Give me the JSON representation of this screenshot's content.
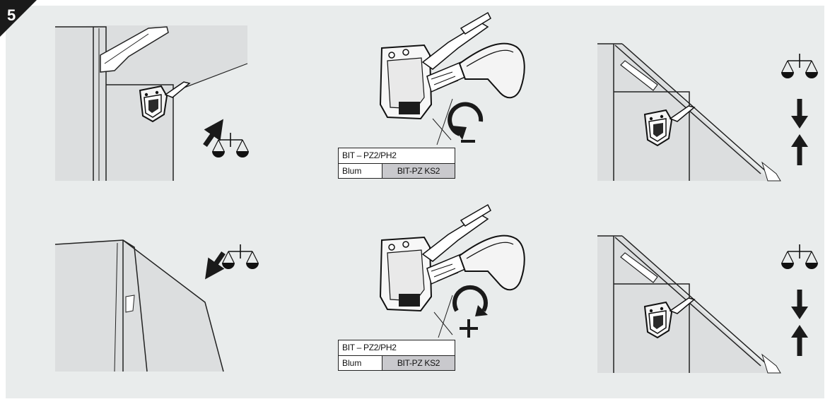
{
  "step": {
    "number": "5"
  },
  "adjustments": [
    {
      "id": "decrease",
      "tool_bit": "BIT – PZ2/PH2",
      "brand": "Blum",
      "bit_code": "BIT-PZ KS2",
      "sign": "−",
      "rotation": "counterclockwise"
    },
    {
      "id": "increase",
      "tool_bit": "BIT – PZ2/PH2",
      "brand": "Blum",
      "bit_code": "BIT-PZ KS2",
      "sign": "+",
      "rotation": "clockwise"
    }
  ],
  "icons": {
    "top_left_hint": "arrow-up-and-balance-scale",
    "bottom_left_hint": "arrow-down-and-balance-scale",
    "right_hints": "balance-scale-down-up-arrows",
    "tools": "screwdriver-drill"
  },
  "colors": {
    "background": "#e9ecec",
    "panel": "#dcdedf",
    "line": "#222222",
    "badge": "#1a1a1a",
    "bit_code_fill": "#c9c9cd"
  }
}
